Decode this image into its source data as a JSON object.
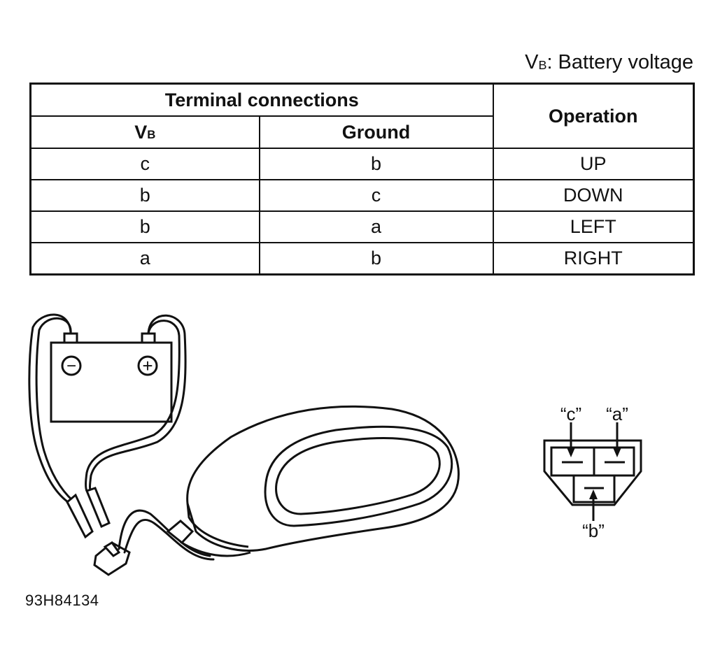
{
  "legend": {
    "vb_main": "V",
    "vb_sub": "B",
    "vb_desc": ": Battery voltage"
  },
  "table": {
    "group_header": "Terminal connections",
    "col_vb_main": "V",
    "col_vb_sub": "B",
    "col_ground": "Ground",
    "col_operation": "Operation",
    "rows": [
      {
        "vb": "c",
        "ground": "b",
        "operation": "UP"
      },
      {
        "vb": "b",
        "ground": "c",
        "operation": "DOWN"
      },
      {
        "vb": "b",
        "ground": "a",
        "operation": "LEFT"
      },
      {
        "vb": "a",
        "ground": "b",
        "operation": "RIGHT"
      }
    ]
  },
  "diagram": {
    "battery_negative": "−",
    "battery_positive": "+",
    "terminal_c": "“c”",
    "terminal_a": "“a”",
    "terminal_b": "“b”"
  },
  "figure_id": "93H84134"
}
